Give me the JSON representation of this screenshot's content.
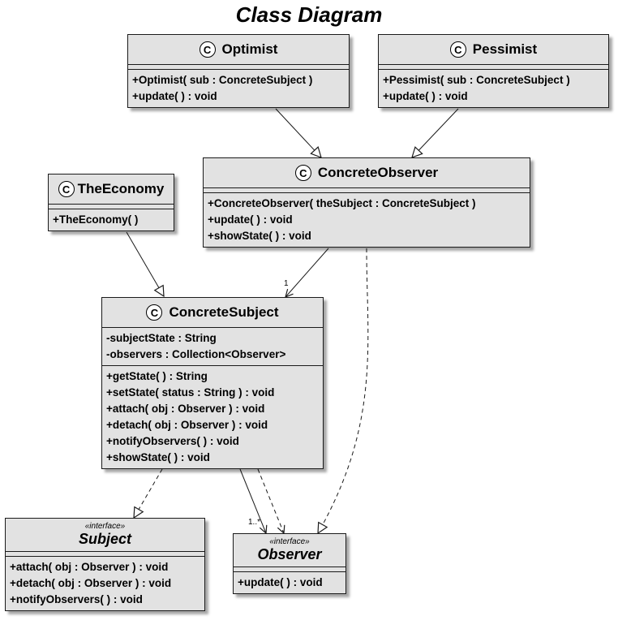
{
  "title": "Class Diagram",
  "classes": {
    "optimist": {
      "badge": "C",
      "name": "Optimist",
      "attributes": [],
      "operations": [
        "+Optimist( sub : ConcreteSubject )",
        "+update(  ) : void"
      ]
    },
    "pessimist": {
      "badge": "C",
      "name": "Pessimist",
      "attributes": [],
      "operations": [
        "+Pessimist( sub : ConcreteSubject )",
        "+update(  ) : void"
      ]
    },
    "concrete_observer": {
      "badge": "C",
      "name": "ConcreteObserver",
      "attributes": [],
      "operations": [
        "+ConcreteObserver( theSubject : ConcreteSubject )",
        "+update(  ) : void",
        "+showState(  ) : void"
      ]
    },
    "the_economy": {
      "badge": "C",
      "name": "TheEconomy",
      "attributes": [],
      "operations": [
        "+TheEconomy(  )"
      ]
    },
    "concrete_subject": {
      "badge": "C",
      "name": "ConcreteSubject",
      "attributes": [
        "-subjectState : String",
        "-observers : Collection<Observer>"
      ],
      "operations": [
        "+getState(  ) : String",
        "+setState( status : String ) : void",
        "+attach( obj : Observer ) : void",
        "+detach( obj : Observer ) : void",
        "+notifyObservers(  ) : void",
        "+showState(  ) : void"
      ]
    },
    "subject": {
      "stereotype": "«interface»",
      "name": "Subject",
      "attributes": [],
      "operations": [
        "+attach( obj : Observer ) : void",
        "+detach( obj : Observer ) : void",
        "+notifyObservers(  ) : void"
      ]
    },
    "observer": {
      "stereotype": "«interface»",
      "name": "Observer",
      "attributes": [],
      "operations": [
        "+update(  ) : void"
      ]
    }
  },
  "relations": {
    "observer_to_subject_multiplicity": "1",
    "subject_to_observer_multiplicity": "1..*"
  }
}
